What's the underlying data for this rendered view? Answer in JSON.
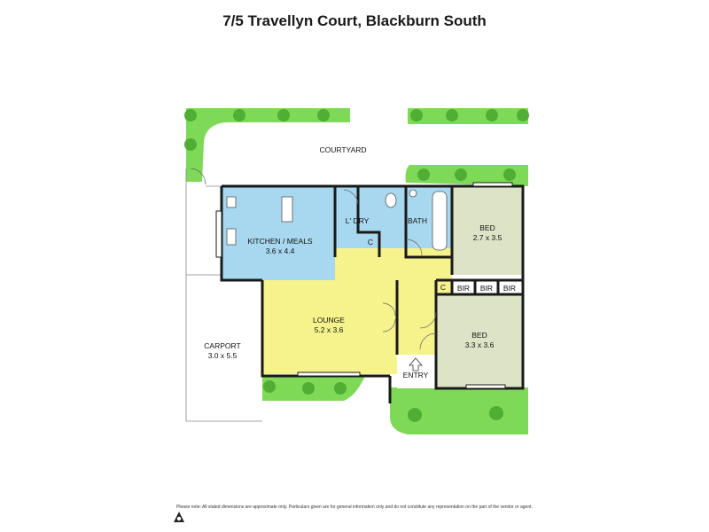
{
  "title": "7/5 Travellyn Court, Blackburn South",
  "rooms": {
    "courtyard": {
      "name": "COURTYARD"
    },
    "kitchen": {
      "name": "KITCHEN / MEALS",
      "dims": "3.6 x 4.4"
    },
    "laundry": {
      "name": "L' DRY"
    },
    "laundry_cupboard": {
      "name": "C"
    },
    "bath": {
      "name": "BATH"
    },
    "bed1": {
      "name": "BED",
      "dims": "2.7 x 3.5"
    },
    "hall_cupboard": {
      "name": "C"
    },
    "bir1": {
      "name": "BIR"
    },
    "bir2": {
      "name": "BIR"
    },
    "bir3": {
      "name": "BIR"
    },
    "lounge": {
      "name": "LOUNGE",
      "dims": "5.2 x 3.6"
    },
    "bed2": {
      "name": "BED",
      "dims": "3.3 x 3.6"
    },
    "entry": {
      "name": "ENTRY"
    },
    "carport": {
      "name": "CARPORT",
      "dims": "3.0 x 5.5"
    }
  },
  "disclaimer": "Please note: All stated dimensions are approximate only. Particulars given are for general information only and do not constitute any representation on the part of the vendor or agent.",
  "colors": {
    "kitchen": "#a8d8ef",
    "living": "#f6f38c",
    "bedroom": "#dde3c6",
    "garden": "#7ed957",
    "wall": "#1a1a1a"
  }
}
